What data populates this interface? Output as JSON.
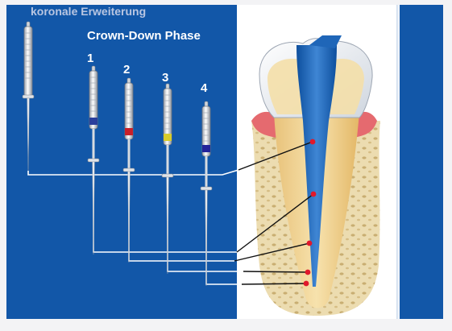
{
  "diagram": {
    "title": "koronale Erweiterung",
    "phase_label": "Crown-Down Phase",
    "file_numbers": [
      "1",
      "2",
      "3",
      "4"
    ]
  },
  "colors": {
    "panel_background": "#1257a8",
    "frame_background": "#f3f3f5",
    "tooth_background": "#ffffff",
    "canal_fill": "#1f66b8",
    "leader_lines": "#ffffff",
    "pointer_lines": "#111111",
    "marker_dots": "#e0182b",
    "file_stop_colors": [
      "#2b3f9c",
      "#c8202a",
      "#d8cc2a",
      "#23239a"
    ]
  },
  "icons": {
    "instrument": "endodontic-file-icon",
    "tooth": "tooth-cross-section-illustration"
  }
}
